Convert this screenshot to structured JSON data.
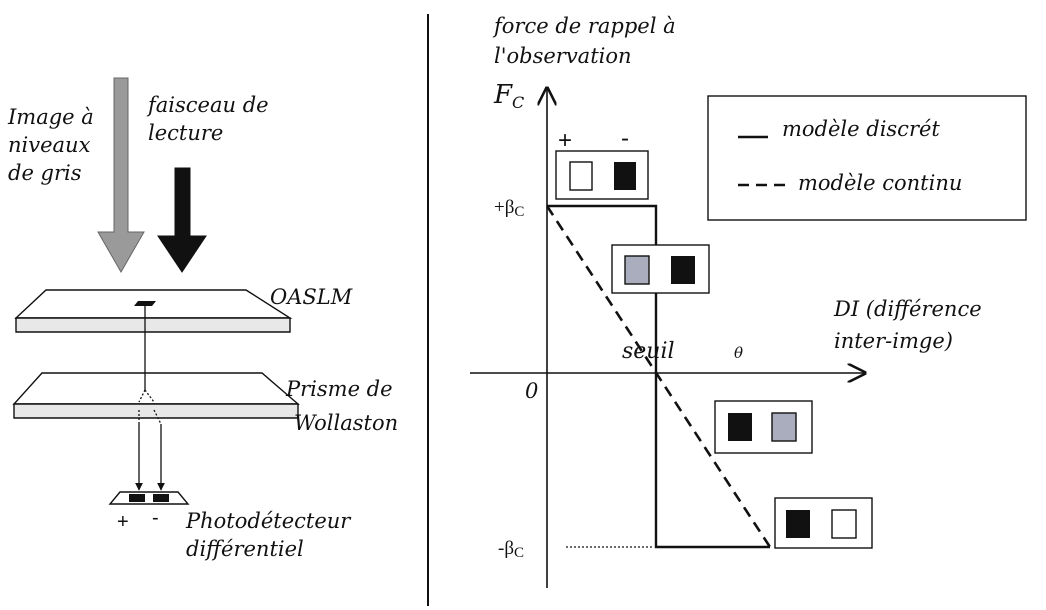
{
  "left": {
    "image_label": [
      "Image à",
      "niveaux",
      "de gris"
    ],
    "beam_label": [
      "faisceau de",
      "lecture"
    ],
    "oaslm": "OASLM",
    "prism": [
      "Prisme de",
      "Wollaston"
    ],
    "plus": "+",
    "minus": "-",
    "detector": [
      "Photodétecteur",
      "différentiel"
    ]
  },
  "graph": {
    "title": [
      "force de rappel à",
      "l'observation"
    ],
    "y_axis_label": "F",
    "y_axis_sub": "C",
    "x_axis_label": [
      "DI (différence",
      "inter-imge)"
    ],
    "origin": "0",
    "pos_beta": "+β",
    "neg_beta": "-β",
    "beta_sub": "C",
    "threshold_label": "seuil",
    "threshold_symbol": "θ",
    "corner_plus": "+",
    "corner_minus": "-",
    "legend": {
      "discrete": "modèle discrét",
      "continuous": "modèle continu"
    }
  },
  "colors": {
    "ink": "#111111",
    "gray_arrow": "#9a9a9a",
    "pixel_gray": "#a9adbd",
    "plate_side": "#e8e8e8"
  }
}
